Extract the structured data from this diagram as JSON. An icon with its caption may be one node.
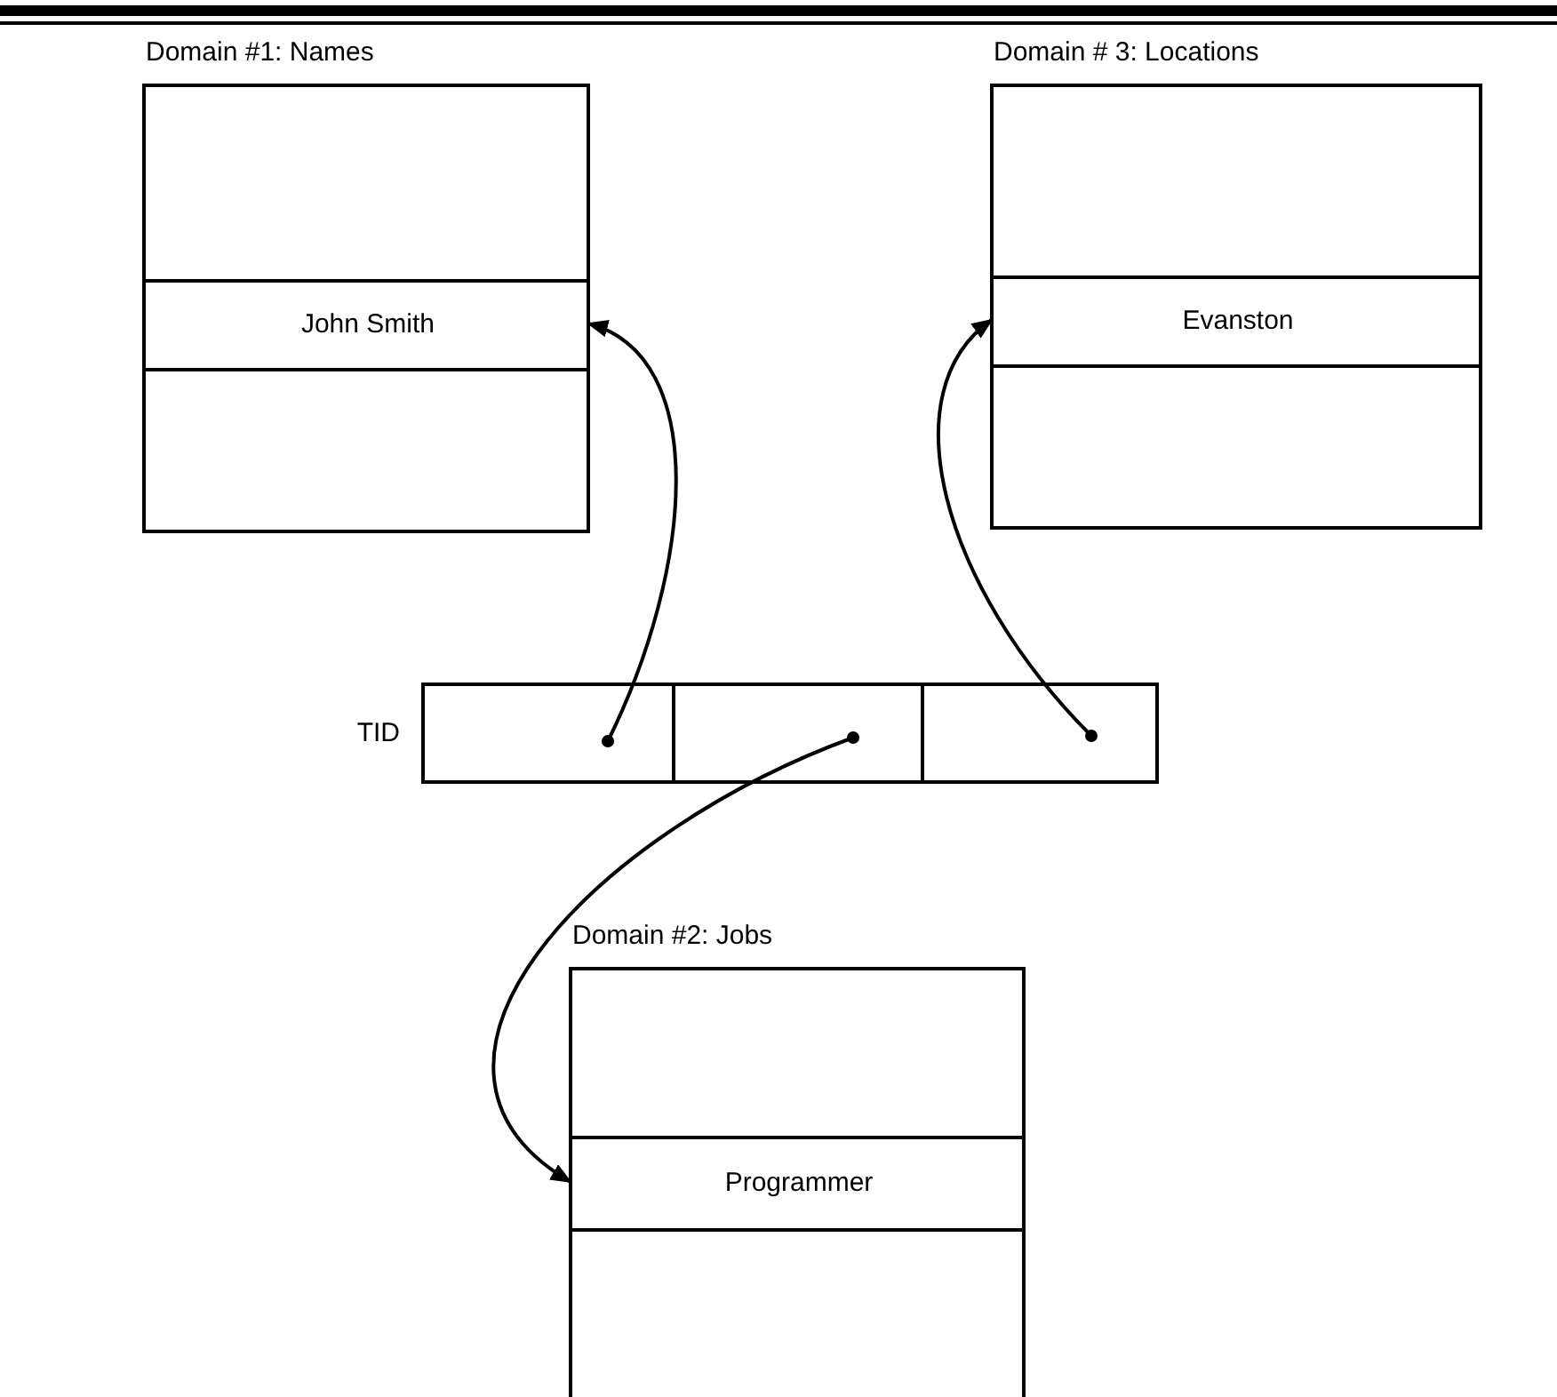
{
  "diagram": {
    "nodes": [
      {
        "text": [
          "Domain #1: Names"
        ]
      },
      {
        "text": [
          "John Smith"
        ],
        "in": 0
      },
      {
        "text": [
          "Domain # 3: Locations"
        ]
      },
      {
        "text": [
          "Evanston"
        ],
        "in": 2
      },
      {
        "text": [
          "TID"
        ]
      },
      {
        "text": [],
        "shape": "box",
        "in": 4
      },
      {
        "text": [],
        "shape": "box",
        "in": 4
      },
      {
        "text": [],
        "shape": "box",
        "in": 4
      },
      {
        "text": [
          "Domain #2: Jobs"
        ]
      },
      {
        "text": [
          "Programmer"
        ],
        "in": 8
      }
    ],
    "edges": [
      {
        "from": 5,
        "to": 1,
        "arrow": "to"
      },
      {
        "from": 7,
        "to": 3,
        "arrow": "to"
      },
      {
        "from": 6,
        "to": 9,
        "arrow": "to"
      }
    ]
  }
}
